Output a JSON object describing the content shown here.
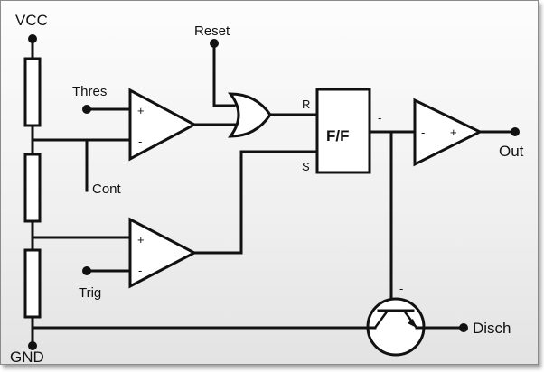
{
  "diagram": {
    "labels": {
      "vcc": "VCC",
      "gnd": "GND",
      "thres": "Thres",
      "cont": "Cont",
      "trig": "Trig",
      "reset": "Reset",
      "out": "Out",
      "disch": "Disch"
    },
    "flipflop": {
      "title": "F/F",
      "r_pin": "R",
      "s_pin": "S",
      "q_bar": "-"
    },
    "comparator_upper": {
      "plus": "+",
      "minus": "-"
    },
    "comparator_lower": {
      "plus": "+",
      "minus": "-"
    },
    "output_buffer": {
      "minus": "-",
      "plus": "+"
    },
    "transistor": {
      "base_mark": "-"
    }
  }
}
